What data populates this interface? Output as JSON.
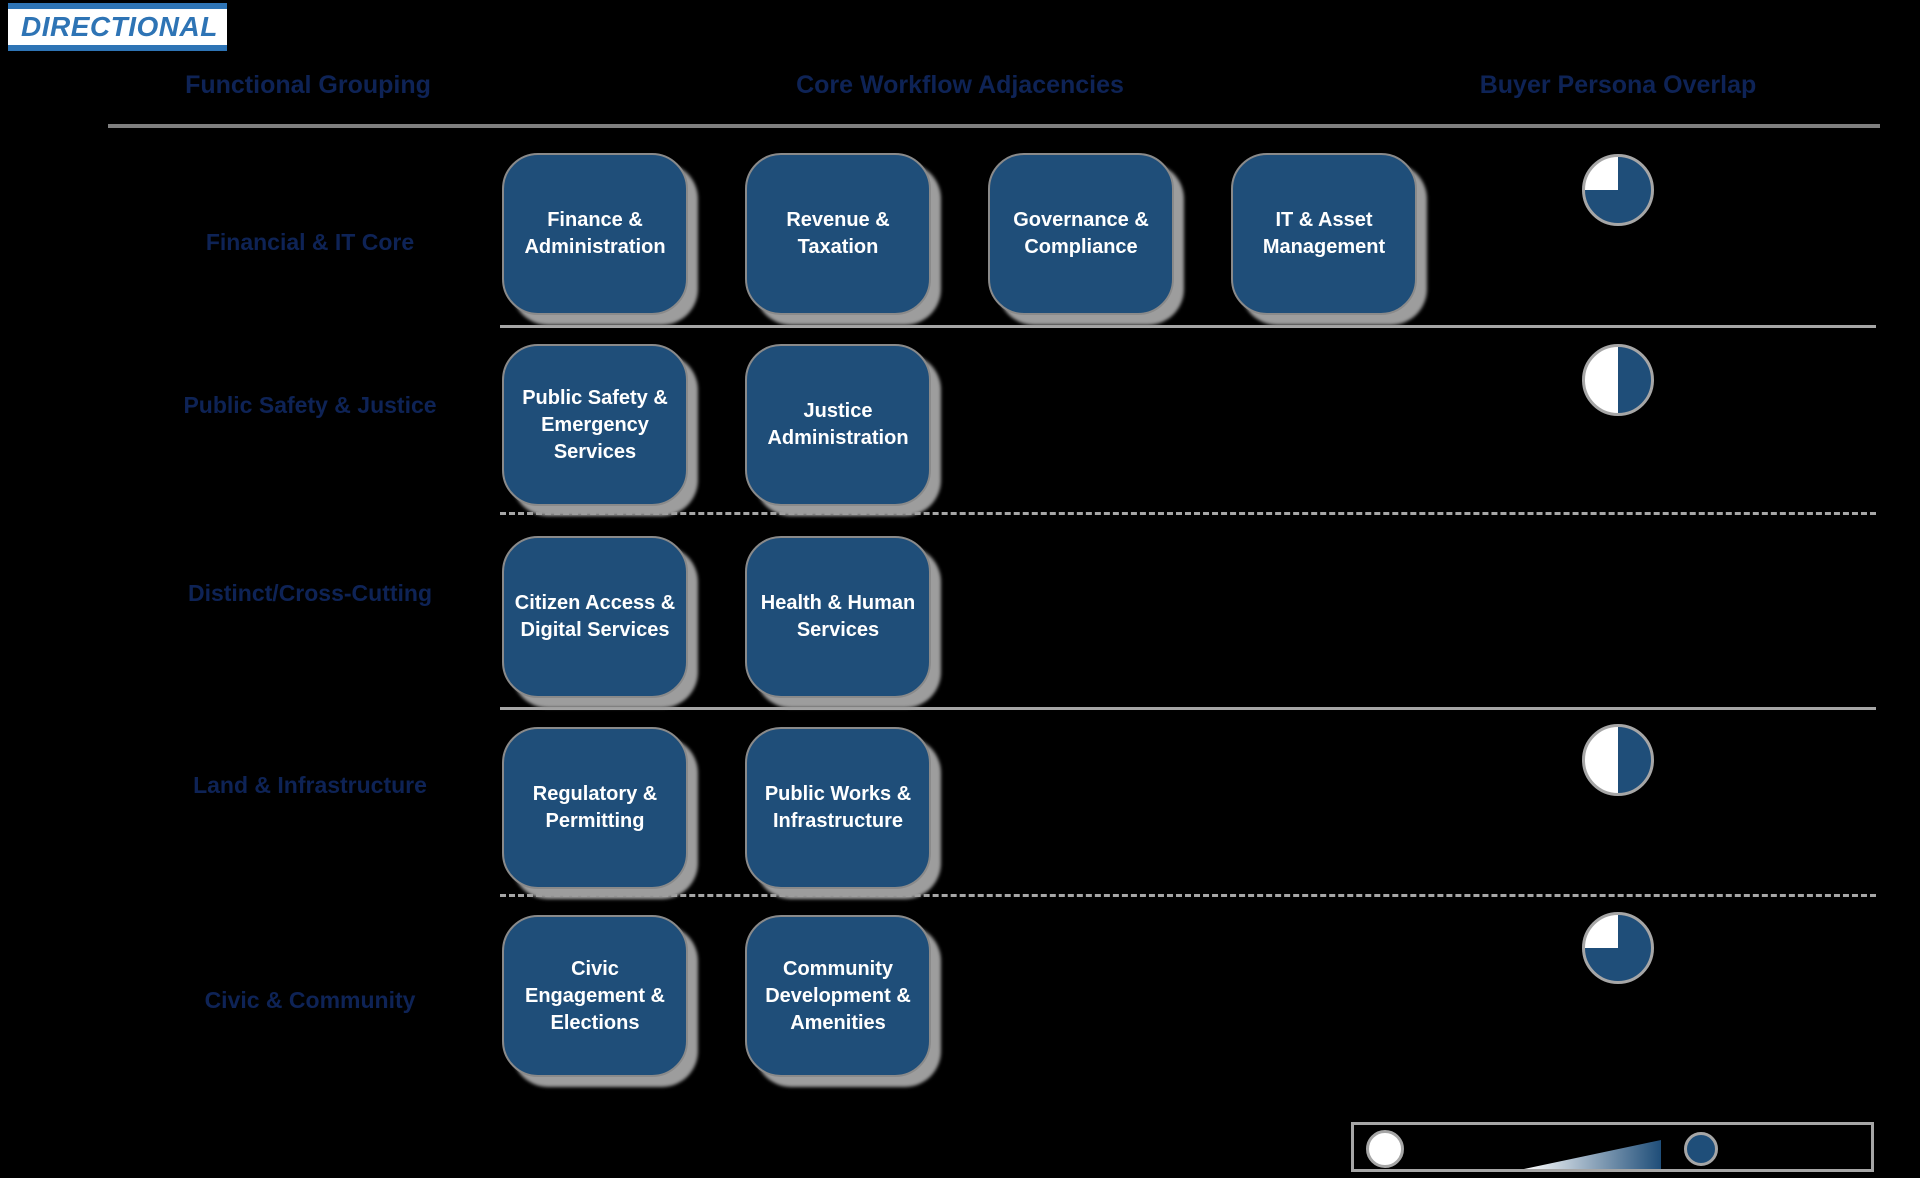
{
  "badge": {
    "label": "DIRECTIONAL"
  },
  "headers": {
    "functional_grouping": "Functional Grouping",
    "core_workflow_adjacencies": "Core Workflow Adjacencies",
    "buyer_persona_overlap": "Buyer Persona Overlap"
  },
  "rows": [
    {
      "group": "Financial & IT Core",
      "boxes": [
        "Finance & Administration",
        "Revenue & Taxation",
        "Governance & Compliance",
        "IT & Asset Management"
      ],
      "overlap_pct": 75
    },
    {
      "group": "Public Safety & Justice",
      "boxes": [
        "Public Safety & Emergency Services",
        "Justice Administration"
      ],
      "overlap_pct": 50
    },
    {
      "group": "Distinct/Cross-Cutting",
      "boxes": [
        "Citizen Access & Digital Services",
        "Health & Human Services"
      ],
      "overlap_pct": null
    },
    {
      "group": "Land & Infrastructure",
      "boxes": [
        "Regulatory & Permitting",
        "Public Works & Infrastructure"
      ],
      "overlap_pct": 50
    },
    {
      "group": "Civic & Community",
      "boxes": [
        "Civic Engagement & Elections",
        "Community Development & Amenities"
      ],
      "overlap_pct": 75
    }
  ],
  "legend": {
    "empty_circle_icon": "no-overlap-circle",
    "gradient_wedge_icon": "increasing-overlap-wedge",
    "filled_circle_icon": "high-overlap-circle"
  },
  "colors": {
    "node_fill": "#1F4E79",
    "navy_text": "#0E2356",
    "badge_blue": "#2E74B5",
    "line_gray": "#A6A6A6",
    "shadow_gray": "#9D9D9D",
    "pie_empty": "#FFFFFF"
  }
}
